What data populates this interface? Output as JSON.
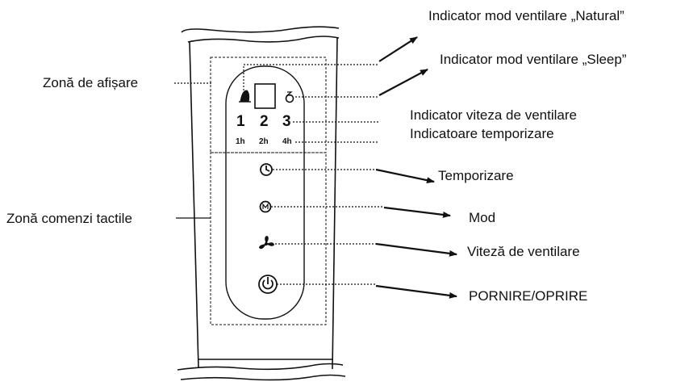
{
  "labels": {
    "display_zone": "Zonă de afișare",
    "touch_zone": "Zonă comenzi tactile",
    "natural_mode": "Indicator mod ventilare „Natural”",
    "sleep_mode": "Indicator mod ventilare „Sleep”",
    "fan_speed_indicator": "Indicator viteza de ventilare",
    "timer_indicators": "Indicatoare temporizare",
    "timer": "Temporizare",
    "mode": "Mod",
    "fan_speed": "Viteză de ventilare",
    "power": "PORNIRE/OPRIRE"
  },
  "panel": {
    "speed_1": "1",
    "speed_2": "2",
    "speed_3": "3",
    "timer_1h": "1h",
    "timer_2h": "2h",
    "timer_4h": "4h"
  },
  "icons": [
    "natural-mode-icon",
    "sleep-mode-icon",
    "timer-icon",
    "mode-icon",
    "fan-icon",
    "power-icon"
  ],
  "colors": {
    "line": "#111111",
    "background": "#ffffff"
  }
}
